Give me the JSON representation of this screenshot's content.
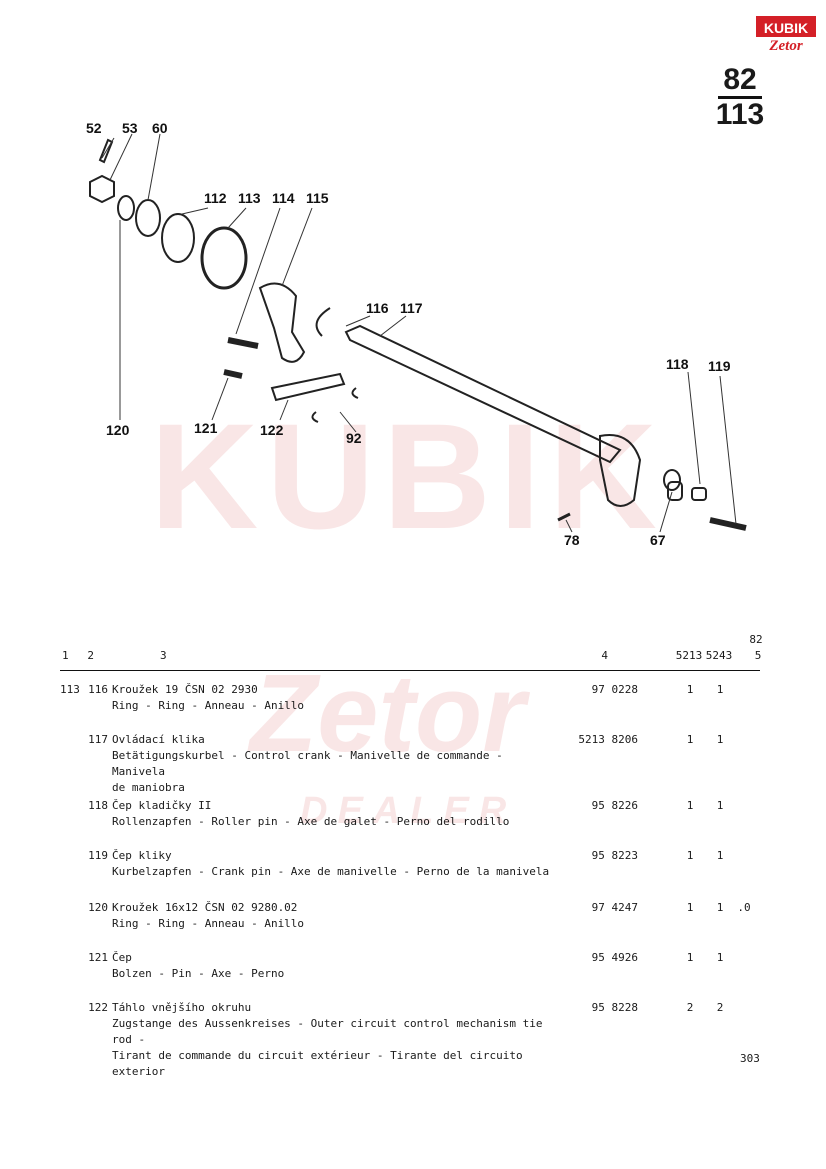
{
  "logo": {
    "brand": "KUBIK",
    "sub": "Zetor"
  },
  "page": {
    "number_top": "82",
    "number_bottom": "113"
  },
  "watermark": {
    "big": "KUBIK",
    "sub": "Zetor",
    "tag": "DEALER"
  },
  "callouts": [
    "52",
    "53",
    "60",
    "112",
    "113",
    "114",
    "115",
    "116",
    "117",
    "118",
    "119",
    "120",
    "121",
    "122",
    "92",
    "78",
    "67"
  ],
  "columns": {
    "c1": "1",
    "c2": "2",
    "c3": "3",
    "c4": "4",
    "q1": "5213",
    "q2": "5243",
    "q3_top": "82",
    "q3": "5"
  },
  "rows": [
    {
      "c1": "113",
      "c2": "116",
      "lines": [
        "Kroužek 19 ČSN 02 2930",
        "Ring - Ring - Anneau - Anillo"
      ],
      "part": "97 0228",
      "q1": "1",
      "q2": "1",
      "q3": ""
    },
    {
      "c1": "",
      "c2": "117",
      "lines": [
        "Ovládací klika",
        "Betätigungskurbel - Control crank - Manivelle de commande - Manivela",
        "de maniobra"
      ],
      "part": "5213 8206",
      "q1": "1",
      "q2": "1",
      "q3": ""
    },
    {
      "c1": "",
      "c2": "118",
      "lines": [
        "Čep kladičky II",
        "Rollenzapfen - Roller pin - Axe de galet - Perno del rodillo"
      ],
      "part": "95 8226",
      "q1": "1",
      "q2": "1",
      "q3": ""
    },
    {
      "c1": "",
      "c2": "119",
      "lines": [
        "Čep kliky",
        "Kurbelzapfen - Crank pin - Axe de manivelle - Perno de la manivela"
      ],
      "part": "95 8223",
      "q1": "1",
      "q2": "1",
      "q3": ""
    },
    {
      "c1": "",
      "c2": "120",
      "lines": [
        "Kroužek 16x12 ČSN 02 9280.02",
        "Ring - Ring - Anneau - Anillo"
      ],
      "part": "97 4247",
      "q1": "1",
      "q2": "1",
      "q3": ".0"
    },
    {
      "c1": "",
      "c2": "121",
      "lines": [
        "Čep",
        "Bolzen - Pin - Axe - Perno"
      ],
      "part": "95 4926",
      "q1": "1",
      "q2": "1",
      "q3": ""
    },
    {
      "c1": "",
      "c2": "122",
      "lines": [
        "Táhlo vnějšího okruhu",
        "Zugstange des Aussenkreises - Outer circuit control mechanism tie rod -",
        "Tirant de commande du circuit extérieur - Tirante del circuito exterior"
      ],
      "part": "95 8228",
      "q1": "2",
      "q2": "2",
      "q3": ""
    }
  ],
  "footer": {
    "page": "303"
  },
  "colors": {
    "accent": "#d42027",
    "watermark": "#f2c9c9",
    "ink": "#1a1a1a"
  }
}
